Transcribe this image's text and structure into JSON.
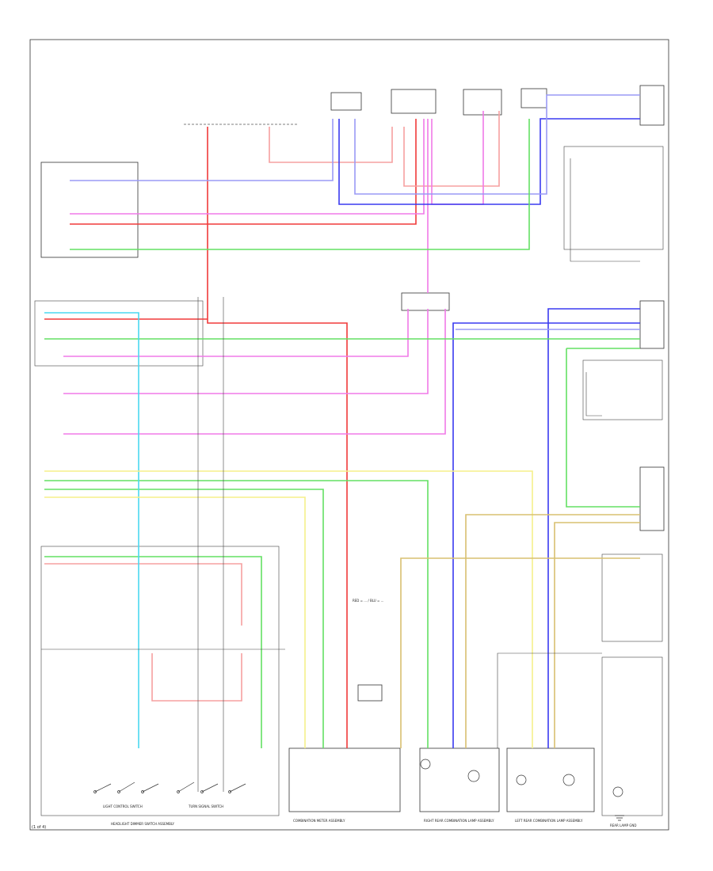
{
  "colors": {
    "red": "#f03a3a",
    "pink": "#f07ae8",
    "blue": "#3a3af0",
    "light_blue": "#9a9af5",
    "green": "#63e063",
    "cyan": "#4ad8f0",
    "yellow": "#f5f08a",
    "tan": "#d8c070",
    "light_red": "#f6a0a0",
    "gray": "#888888",
    "frame": "#444444"
  },
  "labels": {
    "footer_left": "(1 of 4)",
    "headlight_dimmer": "HEADLIGHT DIMMER SWITCH ASSEMBLY",
    "light_control_switch": "LIGHT CONTROL SWITCH",
    "turn_signal_switch": "TURN SIGNAL SWITCH",
    "combination_meter": "COMBINATION METER ASSEMBLY",
    "right_rear_lamp": "RIGHT REAR COMBINATION LAMP ASSEMBLY",
    "left_rear_lamp": "LEFT REAR COMBINATION LAMP ASSEMBLY",
    "rear_lamp_gnd": "REAR LAMP GND",
    "wire_colors": "RED = ... / BLU = ..."
  }
}
